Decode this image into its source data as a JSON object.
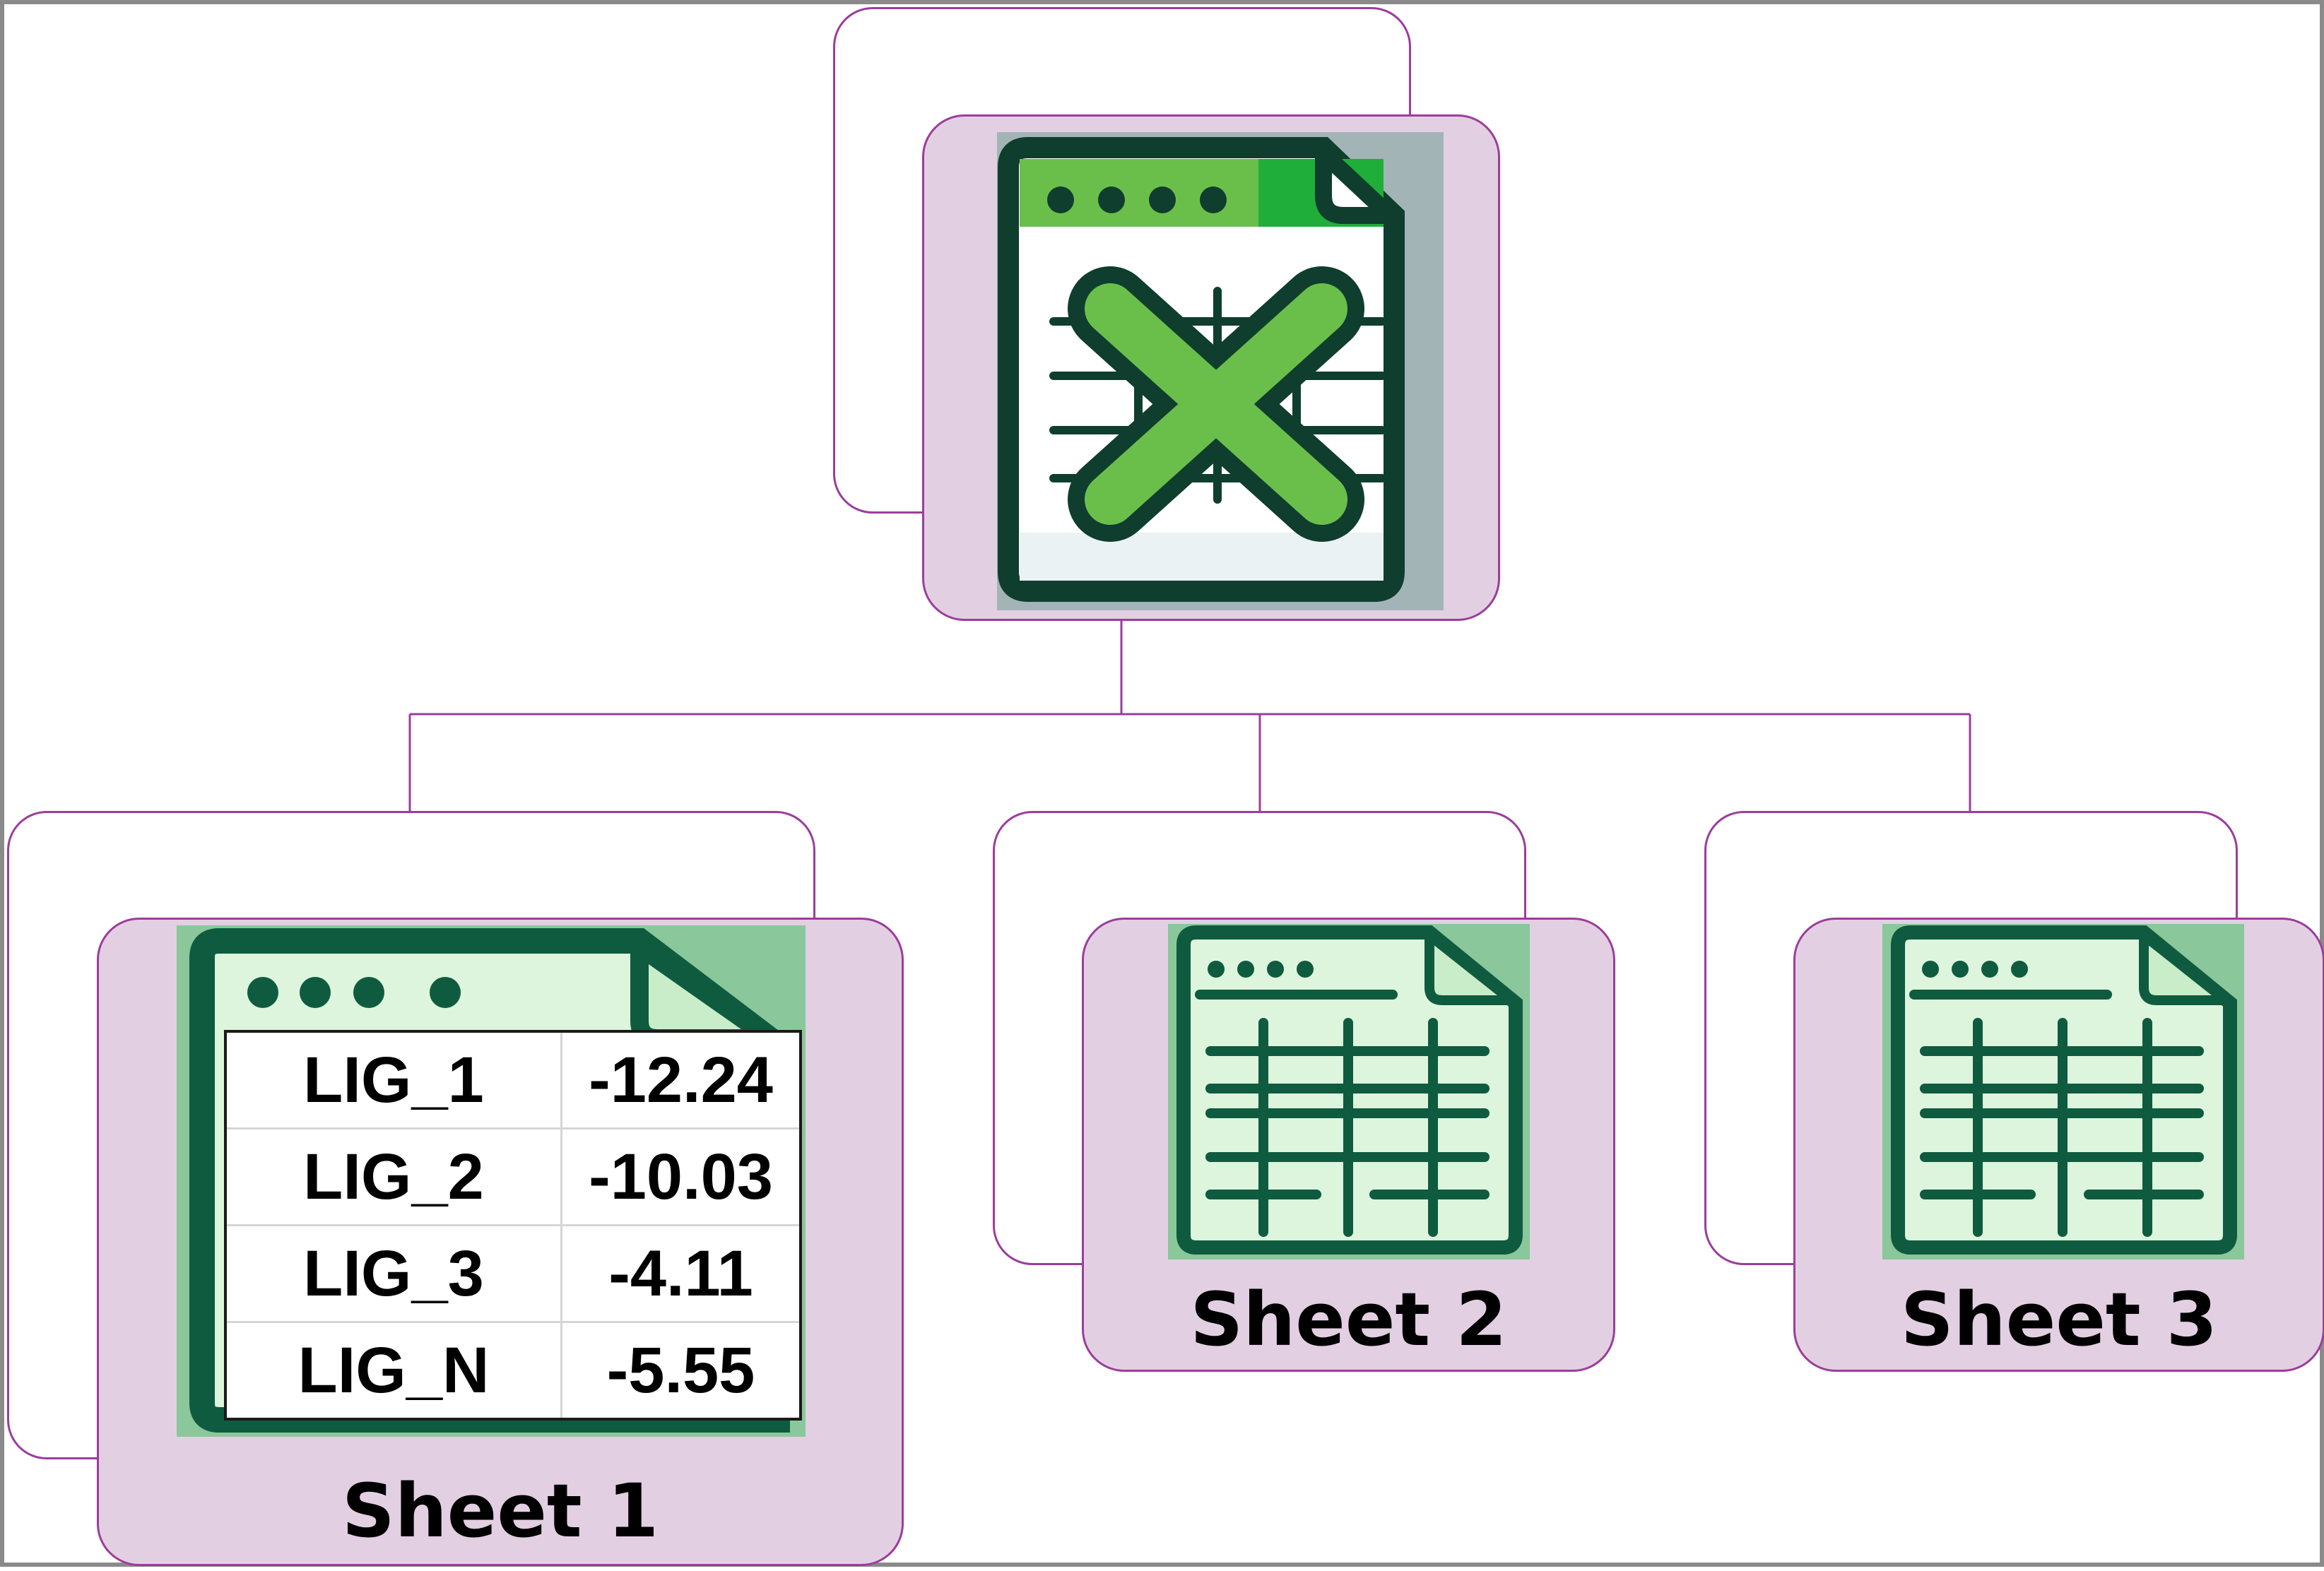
{
  "root": {
    "icon": "excel-workbook-icon"
  },
  "sheets": [
    {
      "caption": "Sheet 1",
      "icon": "spreadsheet-icon",
      "rows": [
        {
          "name": "LIG_1",
          "value": "-12.24"
        },
        {
          "name": "LIG_2",
          "value": "-10.03"
        },
        {
          "name": "LIG_3",
          "value": "-4.11"
        },
        {
          "name": "LIG_N",
          "value": "-5.55"
        }
      ]
    },
    {
      "caption": "Sheet 2",
      "icon": "spreadsheet-icon"
    },
    {
      "caption": "Sheet 3",
      "icon": "spreadsheet-icon"
    }
  ],
  "colors": {
    "connector": "#9c3d9c",
    "node_fill": "#e2d0e2",
    "excel_green": "#6abf4b",
    "dark_outline": "#0f3d2e",
    "sheet_green": "#8ac79a",
    "sheet_paper": "#ddf5dc"
  }
}
